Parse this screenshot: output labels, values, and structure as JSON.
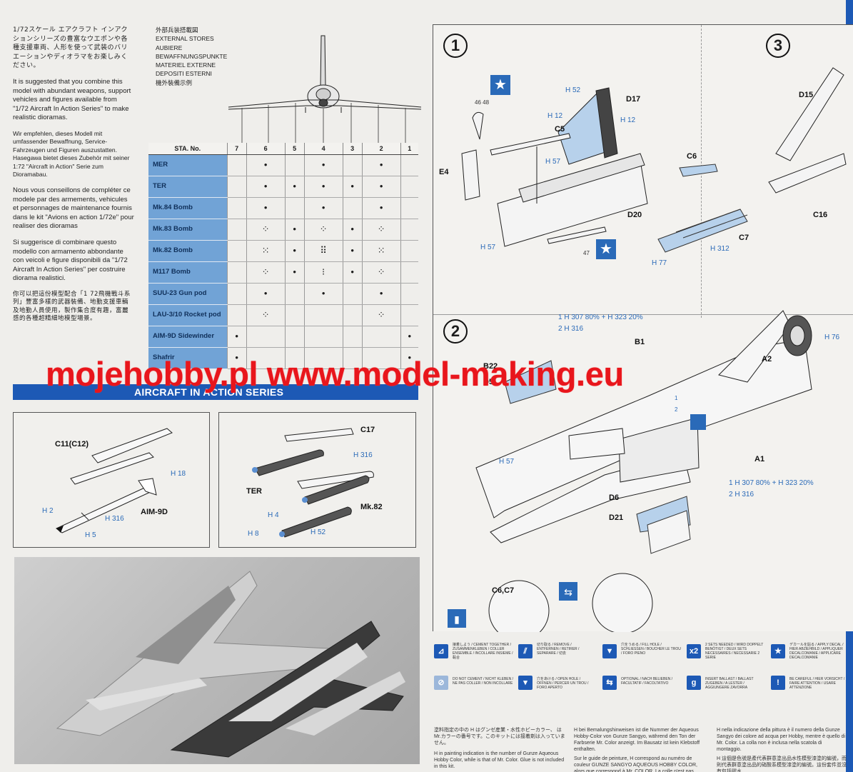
{
  "intro": {
    "jp": "1/72スケール エアクラフト インアクションシリーズの豊富なウエポンや各種支援車両、人形を使って武装のバリエーションやディオラマをお楽しみください。",
    "en": "It is suggested that you combine this model with abundant weapons, support vehicles and figures available from \"1/72 Aircraft In Action Series\" to make realistic dioramas.",
    "de": "Wir empfehlen, dieses Modell mit umfassender Bewaffnung, Service-Fahrzeugen und Figuren auszustatten. Hasegawa bietet dieses Zubehör mit seiner 1:72 \"Aircraft in Action\" Serie zum Dioramabau.",
    "fr": "Nous vous conseillons de compléter ce modele par des armements, vehicules et personnages de maintenance fournis dans le kit \"Avions en action 1/72e\" pour realiser des dioramas",
    "it": "Si suggerisce di combinare questo modello con armamento abbondante con veicoli e figure disponibili da \"1/72 Aircraft In Action Series\" per costruire diorama realistici.",
    "cn": "你可以把這份模型配合「1 72飛機戰斗系列」豐富多樣的武器裝備、地勤支援車輛及地勤人員使用，製作集合度有趣，富麗感的各種超精細地模型場景。"
  },
  "stores": {
    "header": [
      "外部兵装搭載図",
      "EXTERNAL STORES",
      "AUBIERE",
      "BEWAFFNUNGSPUNKTE",
      "MATERIEL EXTERNE",
      "DEPOSITI ESTERNI",
      "機外裝備示例"
    ],
    "sta_label": "STA. No.",
    "stations": [
      "7",
      "6",
      "5",
      "4",
      "3",
      "2",
      "1"
    ],
    "rows": [
      {
        "name": "MER",
        "cells": [
          "",
          "•",
          "",
          "•",
          "",
          "•",
          ""
        ]
      },
      {
        "name": "TER",
        "cells": [
          "",
          "•",
          "•",
          "•",
          "•",
          "•",
          ""
        ]
      },
      {
        "name": "Mk.84 Bomb",
        "cells": [
          "",
          "•",
          "",
          "•",
          "",
          "•",
          ""
        ]
      },
      {
        "name": "Mk.83 Bomb",
        "cells": [
          "",
          "⁘",
          "•",
          "⁘",
          "•",
          "⁘",
          ""
        ]
      },
      {
        "name": "Mk.82 Bomb",
        "cells": [
          "",
          "⁙",
          "•",
          "⠿",
          "•",
          "⁙",
          ""
        ]
      },
      {
        "name": "M117 Bomb",
        "cells": [
          "",
          "⁘",
          "•",
          "⁝",
          "•",
          "⁘",
          ""
        ]
      },
      {
        "name": "SUU-23 Gun pod",
        "cells": [
          "",
          "•",
          "",
          "•",
          "",
          "•",
          ""
        ]
      },
      {
        "name": "LAU-3/10 Rocket pod",
        "cells": [
          "",
          "⁘",
          "",
          "",
          "",
          "⁘",
          ""
        ]
      },
      {
        "name": "AIM-9D Sidewinder",
        "cells": [
          "•",
          "",
          "",
          "",
          "",
          "",
          "•"
        ]
      },
      {
        "name": "Shafrir",
        "cells": [
          "•",
          "",
          "",
          "",
          "",
          "",
          "•"
        ]
      }
    ]
  },
  "series_title": "AIRCRAFT IN ACTION SERIES",
  "watermark": "mojehobby.pl www.model-making.eu",
  "box1": {
    "c11": "C11(C12)",
    "h18": "H 18",
    "h2": "H 2",
    "h316": "H 316",
    "h5": "H 5",
    "aim9d": "AIM-9D"
  },
  "box2": {
    "c17": "C17",
    "h316": "H 316",
    "ter": "TER",
    "mk82": "Mk.82",
    "h4": "H 4",
    "h8": "H 8",
    "h52": "H 52"
  },
  "step1": {
    "num": "1",
    "d17": "D17",
    "h52": "H 52",
    "h12a": "H 12",
    "h12b": "H 12",
    "c5": "C5",
    "h57a": "H 57",
    "e4": "E4",
    "d20": "D20",
    "h57b": "H 57",
    "n4648": "46  48",
    "n47": "47"
  },
  "step1b": {
    "c6": "C6",
    "c7": "C7",
    "h312": "H 312",
    "h77": "H 77"
  },
  "step3": {
    "num": "3",
    "d15": "D15",
    "c16": "C16"
  },
  "step2": {
    "num": "2",
    "mix1": "1 H 307 80% + H 323 20%",
    "mix1b": "2 H 316",
    "b1": "B1",
    "a2": "A2",
    "h76": "H 76",
    "d5": "D5",
    "b22": "B22",
    "h57": "H 57",
    "a1": "A1",
    "mix2": "1 H 307 80% + H 323 20%",
    "mix2b": "2 H 316",
    "d6": "D6",
    "d21": "D21",
    "c6c7": "C6,C7",
    "n1": "1",
    "n2": "2"
  },
  "legend": [
    {
      "icon": "cement-icon",
      "text": "接着しよう / CEMENT TOGETHER / ZUSAMMENKLEBEN / COLLER ENSEMBLE / INCOLLARE INSIEME / 黏合"
    },
    {
      "icon": "remove-icon",
      "text": "切り取る / REMOVE / ENTFERNEN / RETIRER / SEPARARE / 切去"
    },
    {
      "icon": "fill-hole-icon",
      "text": "穴をうめる / FILL HOLE / SCHLIESSEN / BOUCHER LE TROU / FORO PIENO"
    },
    {
      "icon": "x2-icon",
      "text": "2 SETS NEEDED / WIRD DOPPELT BENÖTIGT / DEUX SETS NECESSAIRES / NECESSARIE 2 SERIE"
    },
    {
      "icon": "decal-icon",
      "text": "デカールを貼る / APPLY DECAL / HIER ABZIEHBILD / APPLIQUER DECALCOMANIE / APPLICARE DECALCOMANIE"
    },
    {
      "icon": "no-cement-icon",
      "text": "DO NOT CEMENT / NICHT KLEBEN / NE PAS COLLER / NON INCOLLARE"
    },
    {
      "icon": "open-hole-icon",
      "text": "穴をあける / OPEN HOLE / ÖFFNEN / PERCER UN TROU / FORO APERTO"
    },
    {
      "icon": "optional-icon",
      "text": "OPTIONAL / NACH BELIEBEN / FACULTATIF / FACOLTATIVO"
    },
    {
      "icon": "ballast-icon",
      "text": "INSERT BALLAST / BALLAST ZUGEBEN / A LESTER / AGGIUNGERE ZAVORRA"
    },
    {
      "icon": "careful-icon",
      "text": "BE CAREFUL / HIER VORSICHT / FAIRE ATTENTION / USARE ATTENZIONE"
    }
  ],
  "notes": {
    "jp": "塗料指定の中の H はグンゼ産業・水性ホビーカラー、 はMr.カラーの番号です。このキットには接着剤は入っていません。",
    "en": "H in painting indication is the number of Gunze Aqueous Hobby Color, while is that of Mr. Color. Glue is not included in this kit.",
    "de": "H bei Bemalungshinweisen ist die Nummer der Aqueous Hobby-Color von Gunze Sangyo, während den Ton der Farbserie Mr. Color anzeigt. Im Bausatz ist kein Klebstoff enthalten.",
    "fr": "Sur le guide de peinture, H correspond au numéro de couleur GUNZE SANGYO AQUEOUS HOBBY COLOR, alors que correspond à Mr. COLOR. La colle n'est pas fournie dans ce kit.",
    "it": "H nella indicazione della pittura è il numero della Gunze Sangyo dei colore ad acqua per Hobby, mentre è quello di Mr. Color. La colla non è inclusa nella scatola di montaggio.",
    "cn": "H 這個是色號是產代表群意塗出品水性模型漆塗的編號，而 則代表群意塗出品的硝酸系模型漆塗的編號。這份套件並沒有包括膠水"
  }
}
